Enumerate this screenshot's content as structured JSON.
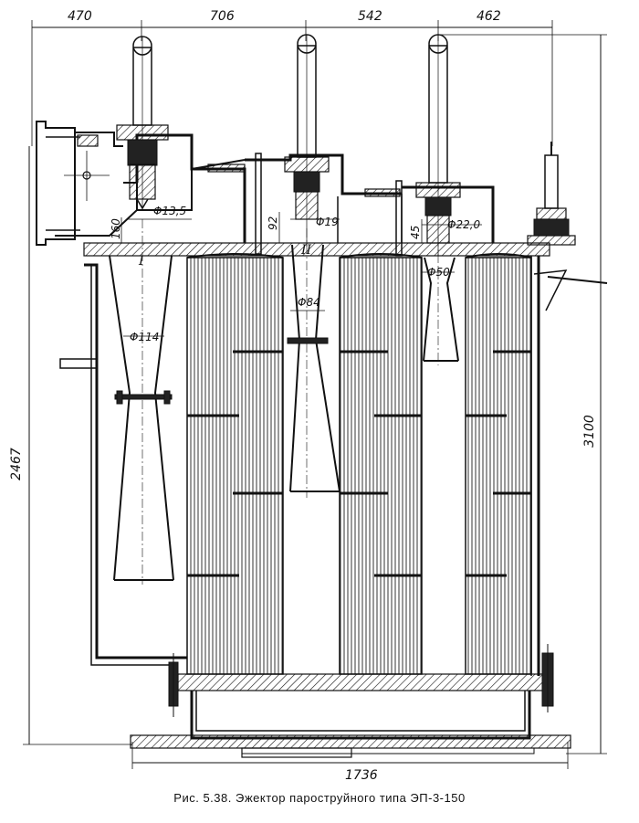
{
  "dimensions": {
    "top": [
      "470",
      "706",
      "542",
      "462"
    ],
    "height_left": "2467",
    "height_right": "3100",
    "width_bottom": "1736",
    "nozzle_1": "Φ13,5",
    "nozzle_2": "Φ19",
    "nozzle_3": "Φ22,0",
    "throat_1": "Φ114",
    "throat_2": "Φ84",
    "throat_3": "Φ50",
    "gap_1": "160",
    "gap_2": "92",
    "gap_3": "45"
  },
  "stages": [
    "I",
    "II"
  ],
  "caption": "Рис. 5.38. Эжектор пароструйного типа ЭП-3-150"
}
